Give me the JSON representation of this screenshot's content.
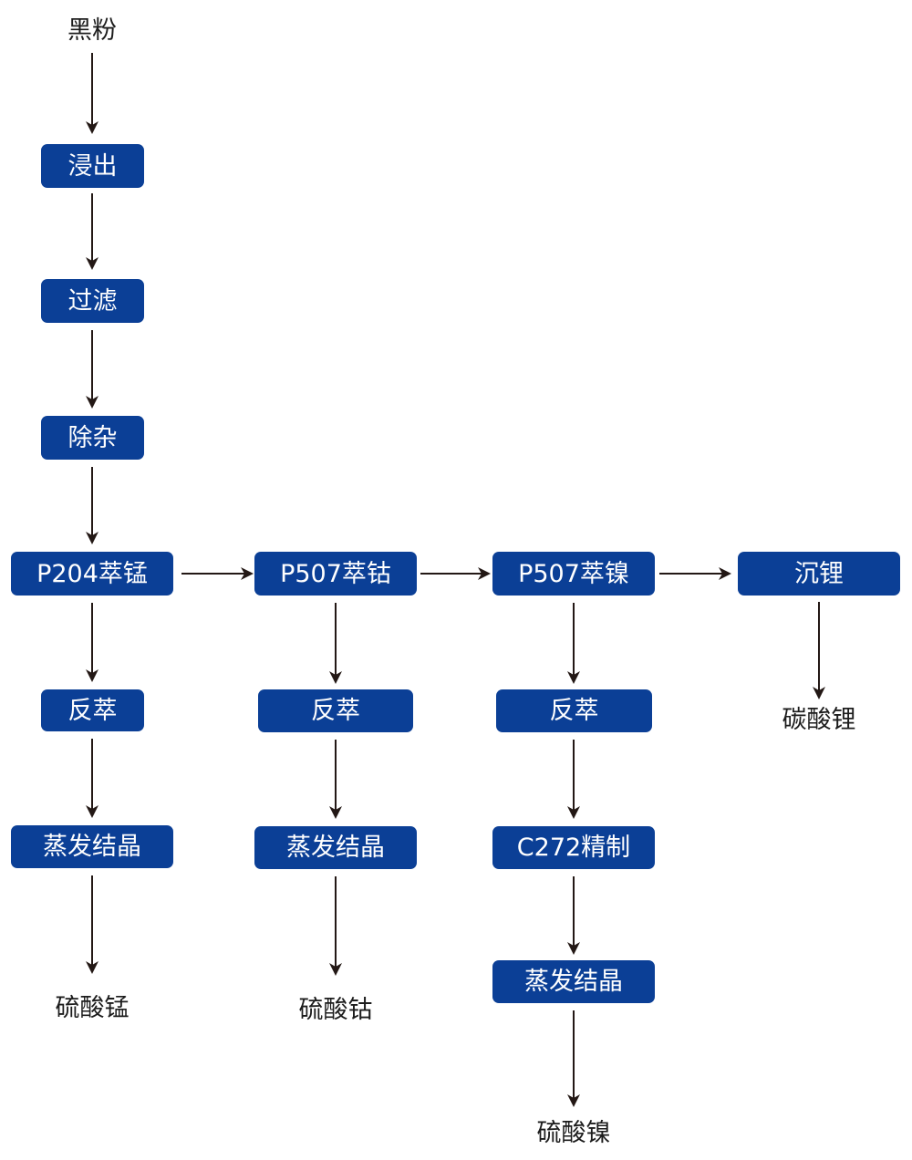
{
  "colors": {
    "box_fill": "#0b3f96",
    "box_text": "#ffffff",
    "label_text": "#1c1c1c",
    "arrow": "#231815"
  },
  "source": {
    "label": "黑粉"
  },
  "main_chain": {
    "leaching": "浸出",
    "filtering": "过滤",
    "impurity_removal": "除杂"
  },
  "branches": {
    "manganese": {
      "extraction": "P204萃锰",
      "stripping": "反萃",
      "crystallization": "蒸发结晶",
      "product": "硫酸锰"
    },
    "cobalt": {
      "extraction": "P507萃钴",
      "stripping": "反萃",
      "crystallization": "蒸发结晶",
      "product": "硫酸钴"
    },
    "nickel": {
      "extraction": "P507萃镍",
      "stripping": "反萃",
      "refining": "C272精制",
      "crystallization": "蒸发结晶",
      "product": "硫酸镍"
    },
    "lithium": {
      "precipitation": "沉锂",
      "product": "碳酸锂"
    }
  }
}
